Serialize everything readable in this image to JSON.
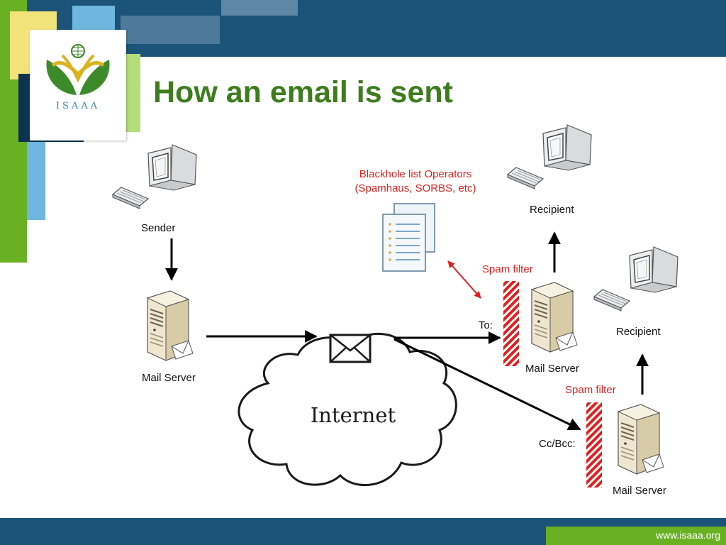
{
  "slide": {
    "title": "How an email is sent",
    "logo_text": "ISAAA",
    "footer_url": "www.isaaa.org"
  },
  "nodes": {
    "sender": "Sender",
    "sender_server": "Mail Server",
    "recipient_1": "Recipient",
    "recipient_1_server": "Mail Server",
    "recipient_2": "Recipient",
    "recipient_2_server": "Mail Server",
    "internet": "Internet"
  },
  "edges": {
    "to": "To:",
    "cc_bcc": "Cc/Bcc:"
  },
  "annotations": {
    "blackhole_line1": "Blackhole list Operators",
    "blackhole_line2": "(Spamhaus, SORBS, etc)",
    "spam_filter_1": "Spam filter",
    "spam_filter_2": "Spam filter"
  },
  "colors": {
    "header_blue": "#1b5478",
    "accent_green": "#6ab023",
    "title_green": "#3d7d1d",
    "alert_red": "#e01f1f"
  }
}
